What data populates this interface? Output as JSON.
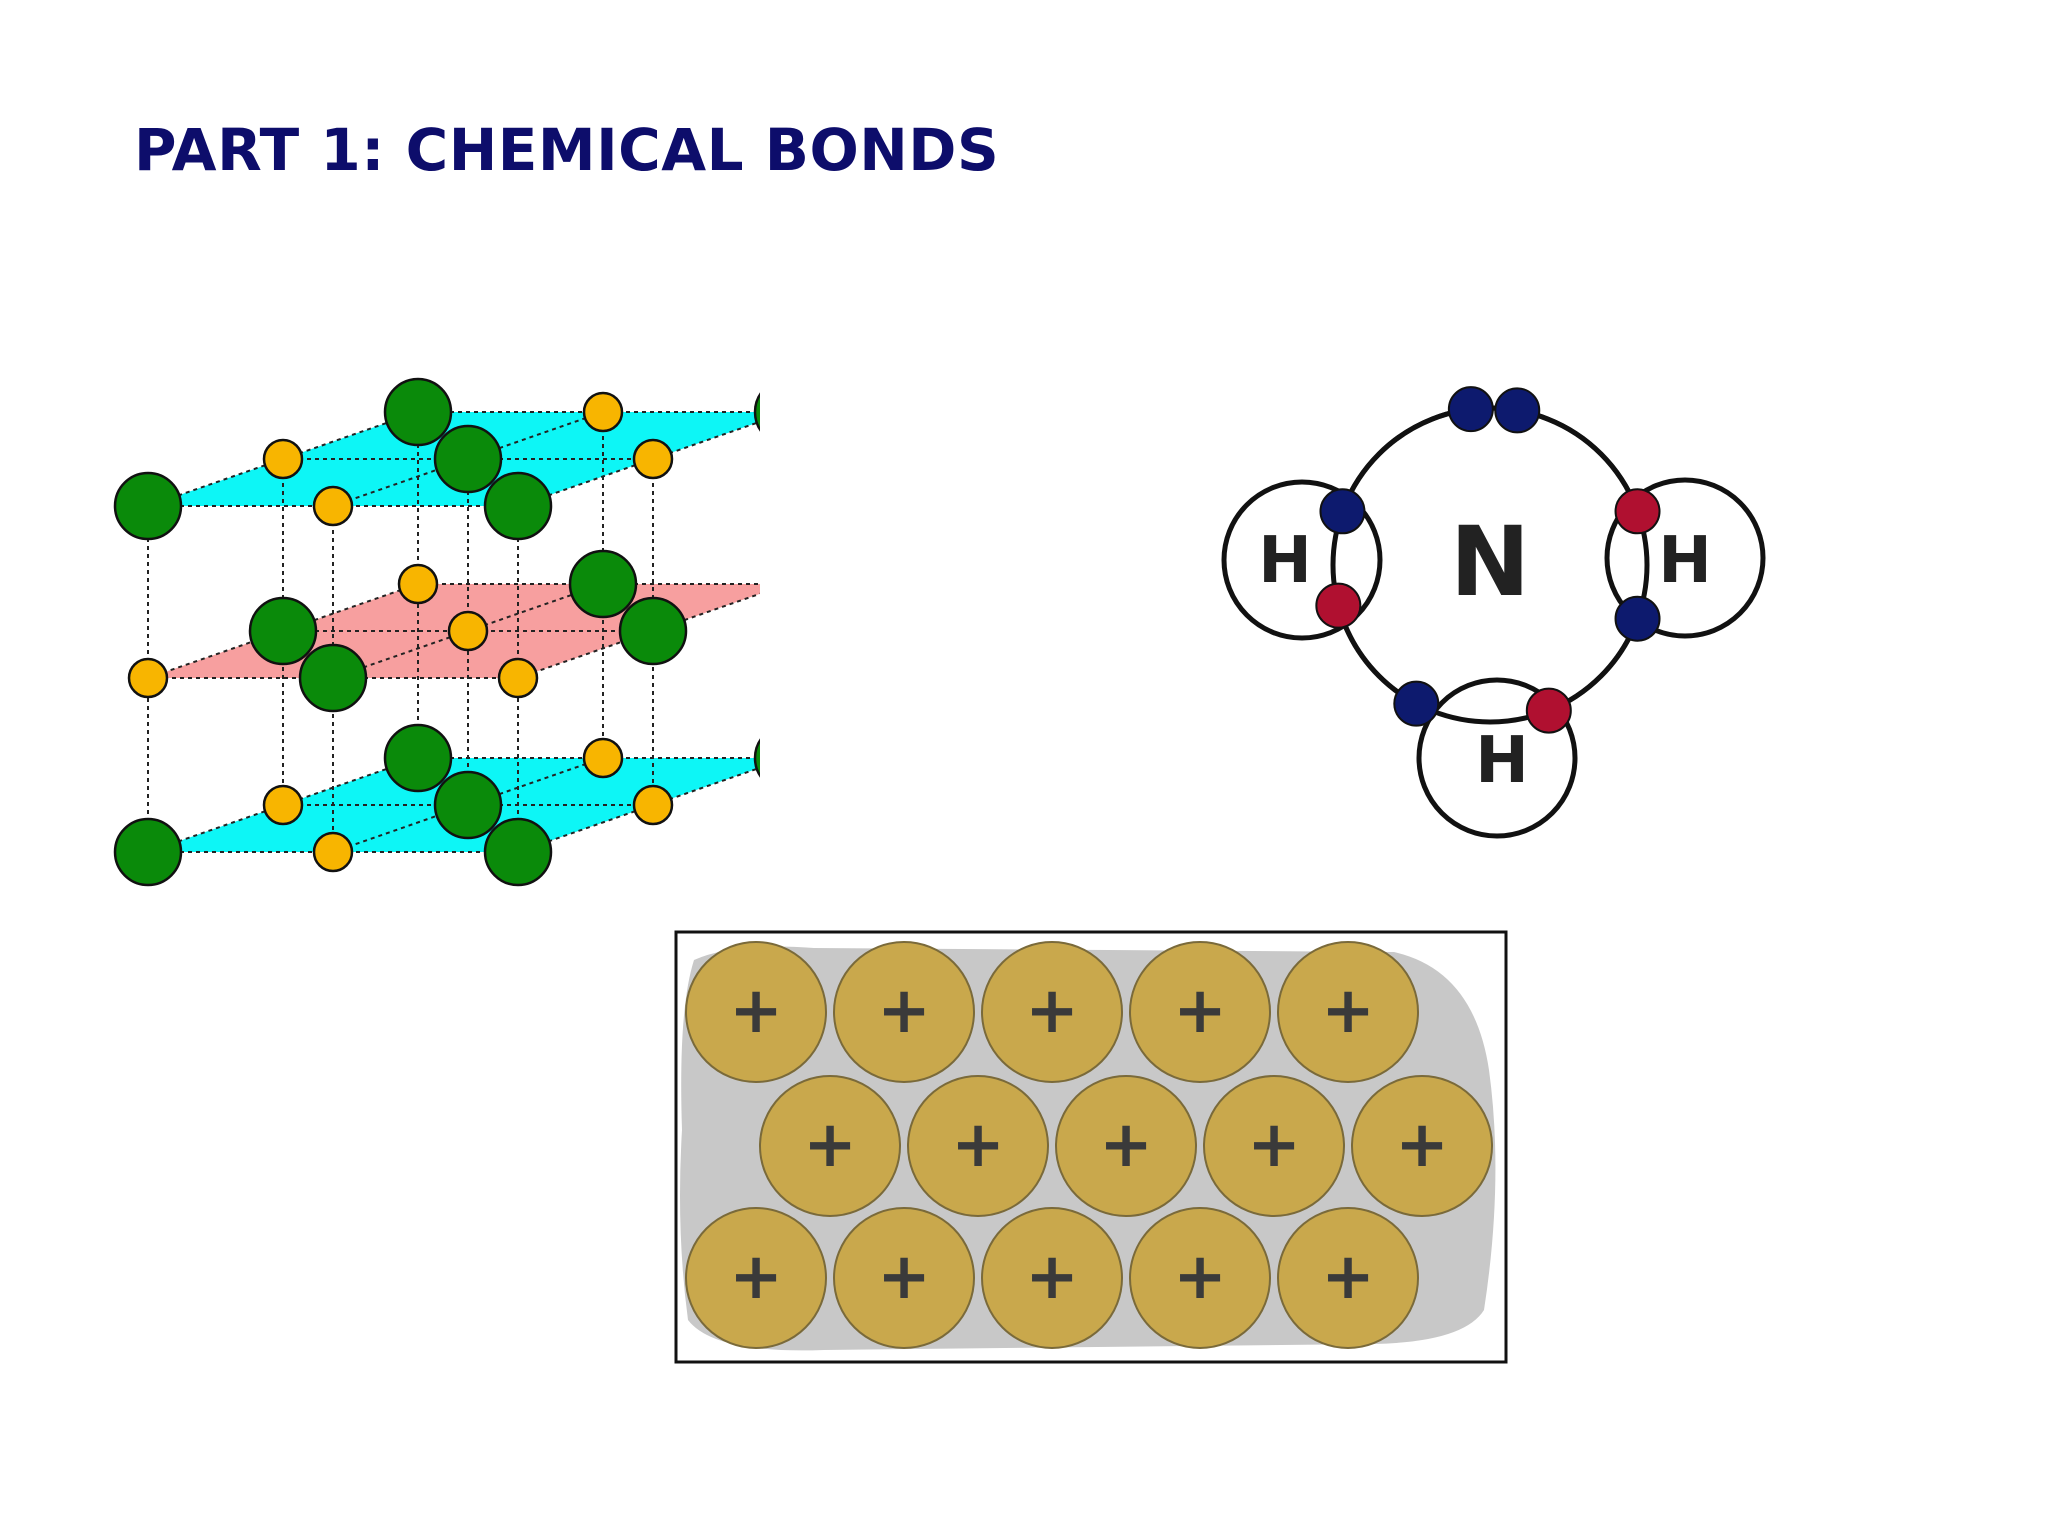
{
  "slide": {
    "title": "PART 1: CHEMICAL BONDS",
    "title_color": "#0d0d6b"
  },
  "figures": {
    "ionic_lattice": {
      "colors": {
        "large_ion": "#0a8a0a",
        "small_ion": "#f8b500",
        "outer_plane": "#00f5f5",
        "middle_plane": "#f79a9a"
      }
    },
    "ammonia": {
      "labels": {
        "nitrogen": "N",
        "hydrogen_left": "H",
        "hydrogen_right": "H",
        "hydrogen_bottom": "H"
      },
      "colors": {
        "electron_n": "#0d1a6e",
        "electron_h": "#b01030"
      }
    },
    "metallic": {
      "ion_sign": "+",
      "rows": [
        5,
        5,
        5
      ],
      "colors": {
        "ion": "#c9a84c",
        "electron_sea": "#c8c8c8",
        "highlight": "#f8b500"
      }
    }
  }
}
